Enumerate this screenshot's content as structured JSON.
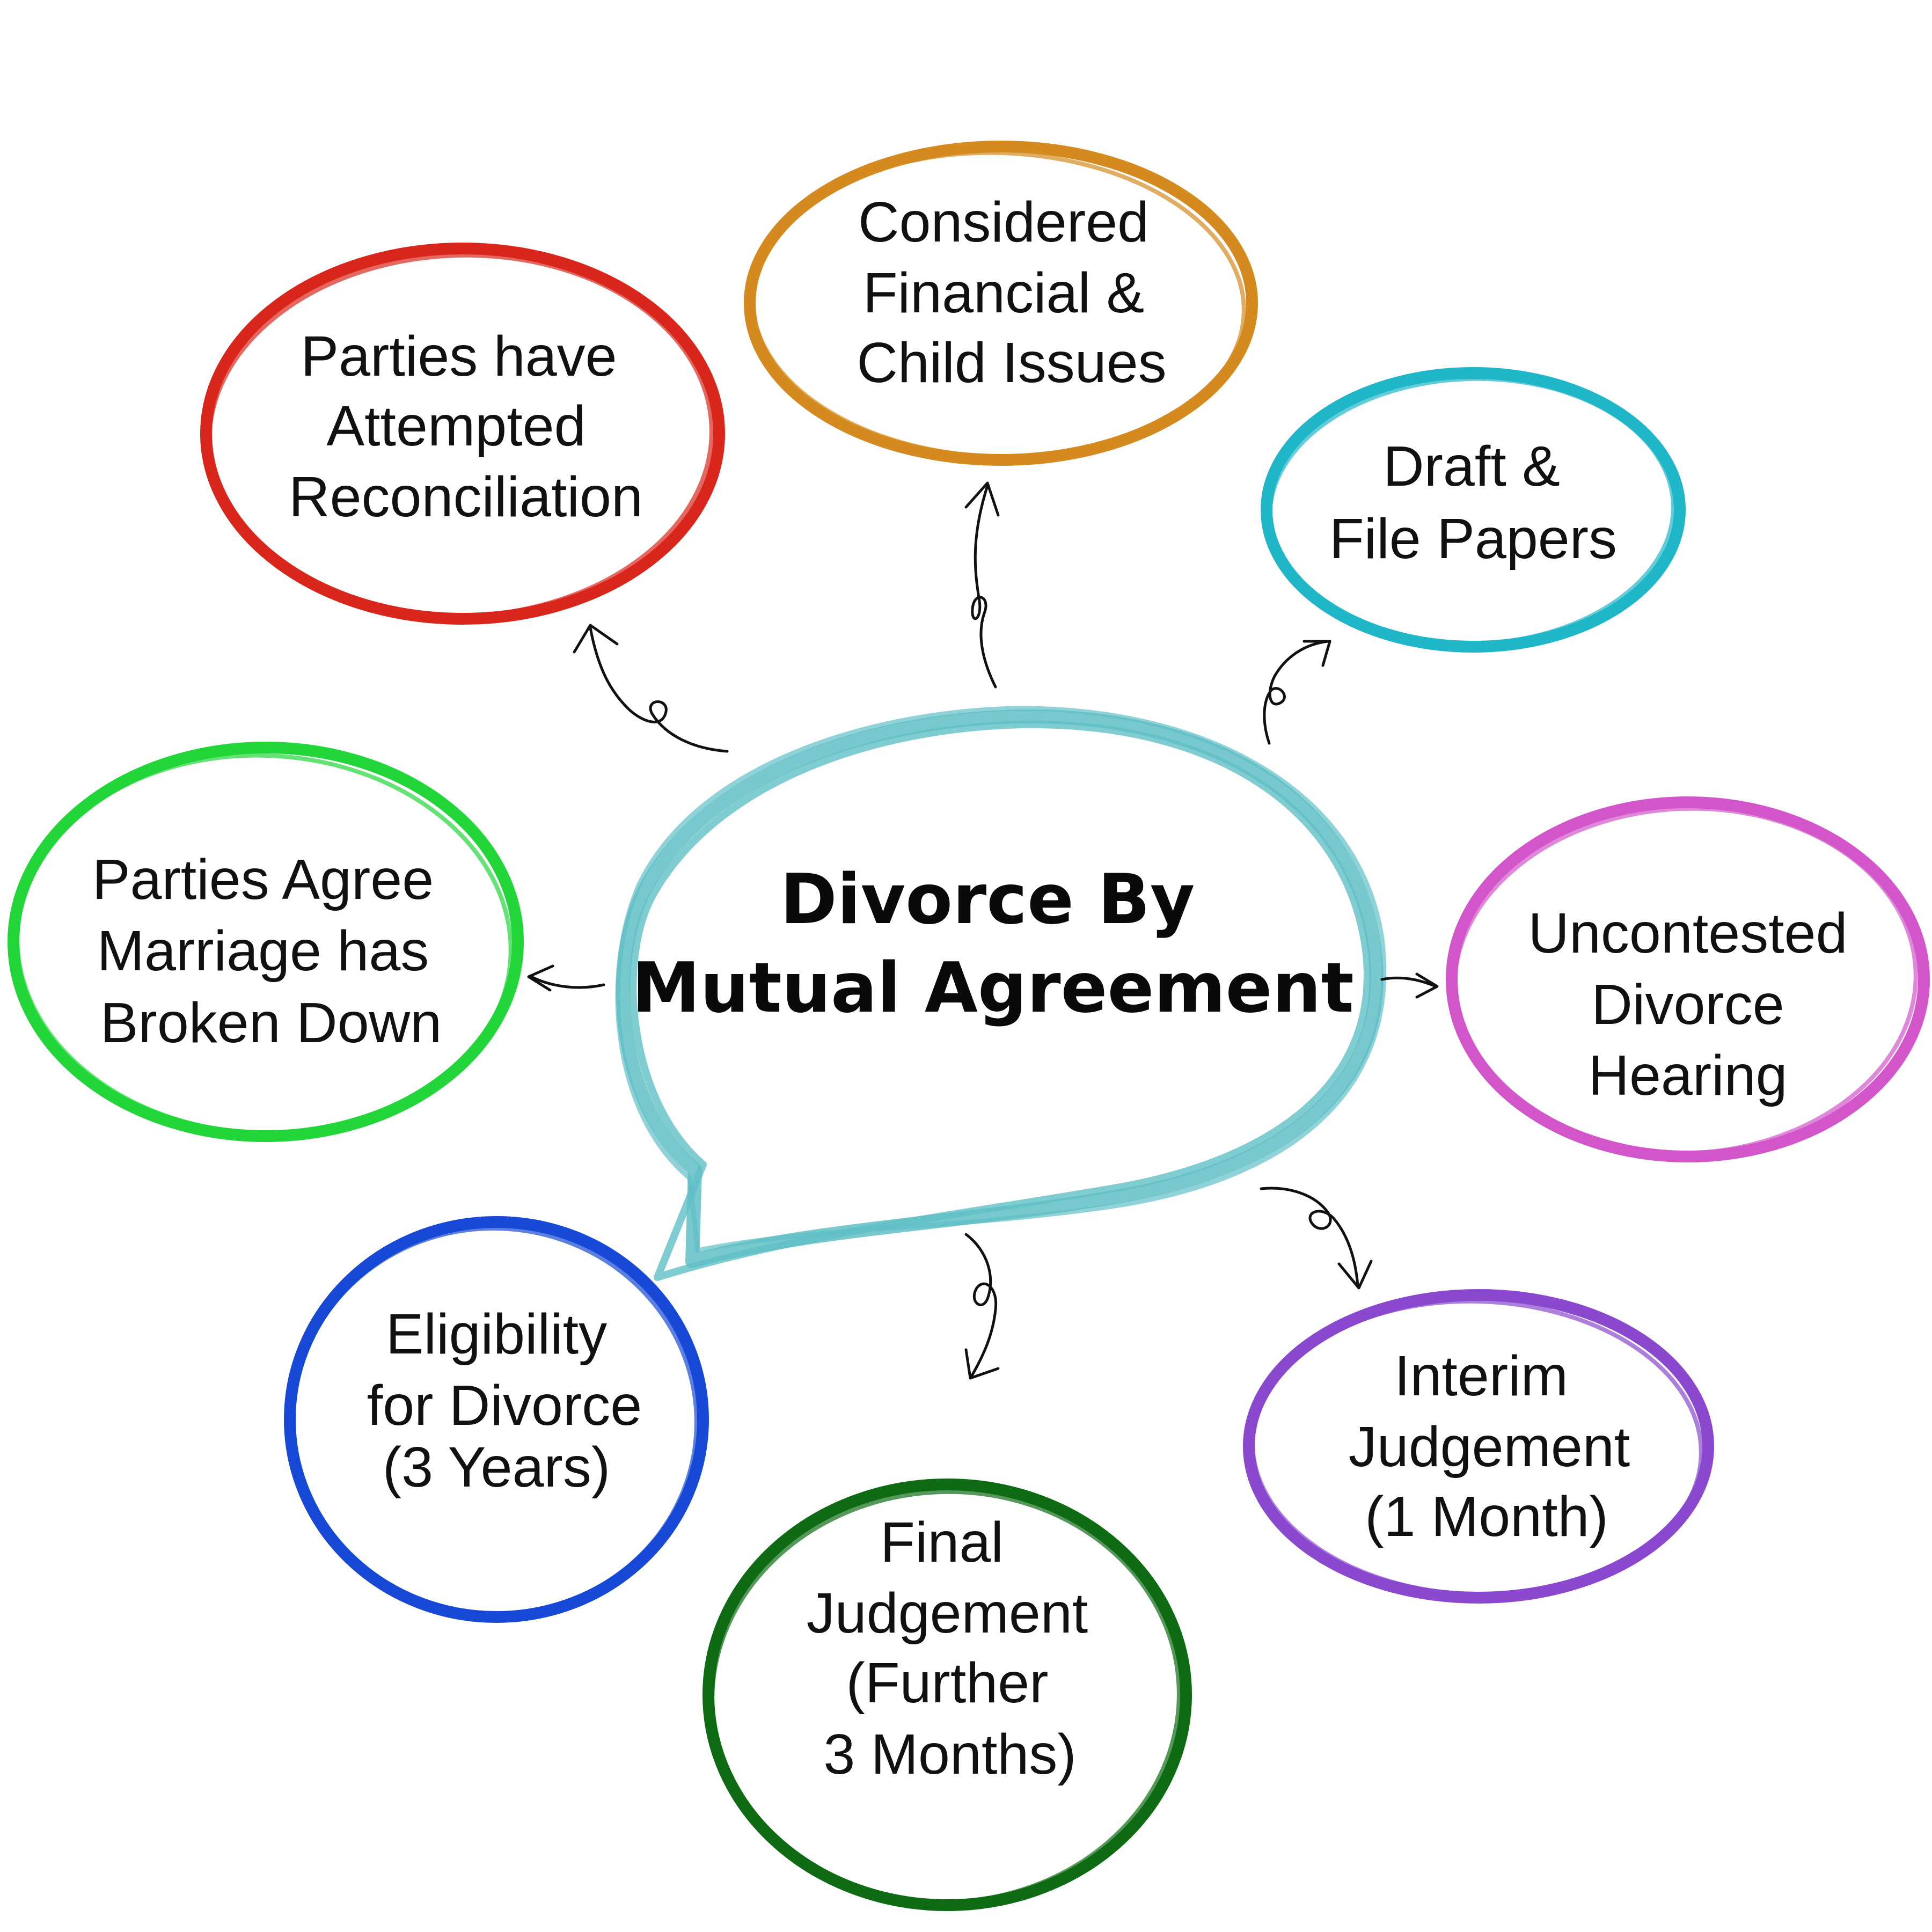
{
  "center": {
    "line1": "Divorce By",
    "line2": "Mutual Agreement",
    "color": "#5fbfc6"
  },
  "nodes": [
    {
      "id": "reconciliation",
      "color": "#d9261c",
      "lines": [
        "Parties have",
        "Attempted",
        "Reconciliation"
      ]
    },
    {
      "id": "financial-child",
      "color": "#d48a1f",
      "lines": [
        "Considered",
        "Financial &",
        "Child Issues"
      ]
    },
    {
      "id": "draft-file",
      "color": "#1fb6c8",
      "lines": [
        "Draft &",
        "File Papers"
      ]
    },
    {
      "id": "marriage-broken",
      "color": "#22d63a",
      "lines": [
        "Parties Agree",
        "Marriage has",
        "Broken Down"
      ]
    },
    {
      "id": "uncontested",
      "color": "#d255c9",
      "lines": [
        "Uncontested",
        "Divorce",
        "Hearing"
      ]
    },
    {
      "id": "eligibility",
      "color": "#1749d6",
      "lines": [
        "Eligibility",
        "for Divorce",
        "(3 Years)"
      ]
    },
    {
      "id": "interim",
      "color": "#8a48cf",
      "lines": [
        "Interim",
        "Judgement",
        "(1 Month)"
      ]
    },
    {
      "id": "final",
      "color": "#0e6b14",
      "lines": [
        "Final",
        "Judgement",
        "(Further",
        "3 Months)"
      ]
    }
  ]
}
